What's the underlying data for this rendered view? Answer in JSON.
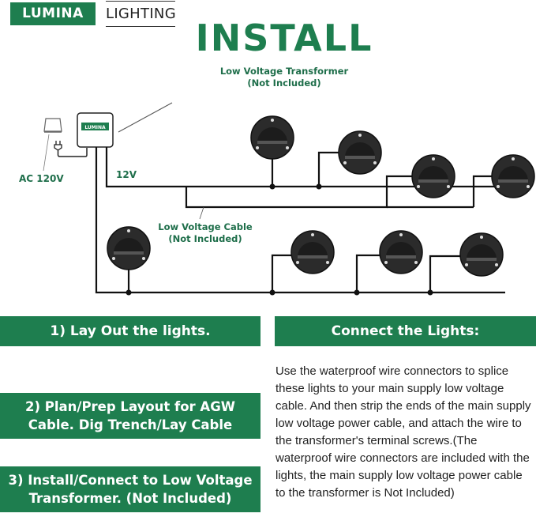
{
  "brand": {
    "name": "LUMINA",
    "word": "LIGHTING",
    "accent_color": "#1e7e4f"
  },
  "title": "INSTALL",
  "diagram": {
    "transformer_label_line1": "Low Voltage Transformer",
    "transformer_label_line2": "(Not Included)",
    "transformer_brand": "LUMINA",
    "ac_label": "AC 120V",
    "dc_label": "12V",
    "cable_label_line1": "Low Voltage Cable",
    "cable_label_line2": "(Not Included)",
    "light_count": 8
  },
  "steps": [
    {
      "line1": "1)   Lay Out the lights.",
      "line2": ""
    },
    {
      "line1": "2)   Plan/Prep Layout for AGW",
      "line2": "Cable. Dig Trench/Lay Cable"
    },
    {
      "line1": "3)  Install/Connect to Low Voltage",
      "line2": "Transformer.  (Not Included)"
    }
  ],
  "connect": {
    "heading": "Connect the Lights:",
    "body": "Use the waterproof wire connectors to splice these lights to your main supply low voltage cable. And then strip the ends of the main supply low voltage power cable, and attach the wire to the transformer's terminal screws.(The waterproof wire connectors are included with the lights, the main supply low voltage power cable to the transformer is Not Included)"
  }
}
